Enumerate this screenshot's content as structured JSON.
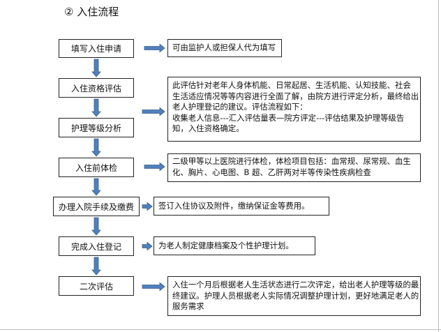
{
  "title": "② 入住流程",
  "colors": {
    "arrow_fill": "#4f80bd",
    "arrow_stroke": "#385d8a",
    "box_border": "#222222"
  },
  "steps": [
    {
      "label": "填写入住申请",
      "note": [
        "可由监护人或担保人代为填写"
      ]
    },
    {
      "label": "入住资格评估",
      "note": [
        "此评估针对老年人身体机能、日常起居、生活机能、认知技能、社会",
        "生活适应情况等等内容进行全面了解，由院方进行评定分析，最终给出",
        "老人护理登记的建议。评估流程如下：",
        "收集老人信息---汇入评估量表—院方评定---评估结果及护理等级告",
        "知，入住资格确定。"
      ]
    },
    {
      "label": "护理等级分析",
      "note": []
    },
    {
      "label": "入住前体检",
      "note": [
        "二级甲等以上医院进行体检，体检项目包括：血常规、尿常规、血生",
        "化、胸片、心电图、B 超、乙肝两对半等传染性疾病检查"
      ]
    },
    {
      "label": "办理入院手续及缴费",
      "note": [
        "签订入住协议及附件，缴纳保证金等费用。"
      ]
    },
    {
      "label": "完成入住登记",
      "note": [
        "为老人制定健康档案及个性护理计划。"
      ]
    },
    {
      "label": "二次评估",
      "note": [
        "入住一个月后根据老人生活状态进行二次评定，给出老人护理等级的最",
        "终建议。护理人员根据老人实际情况调整护理计划，更好地满足老人的",
        "服务需求"
      ]
    }
  ]
}
